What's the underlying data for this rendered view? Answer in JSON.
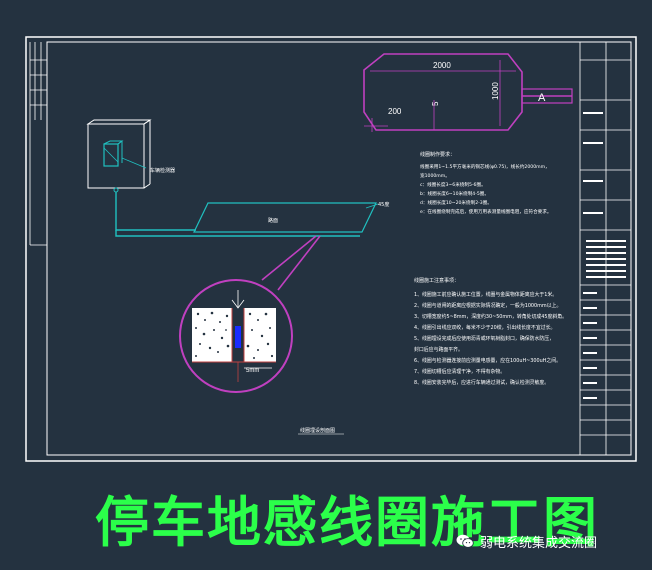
{
  "drawing": {
    "title": "停车地感线圈施工图",
    "loop_plan": {
      "dims": {
        "length": "2000",
        "width": "1000",
        "corner": "200",
        "gap": "5"
      },
      "section_marker": "A"
    },
    "road_label": "路面",
    "angle_label": "45度",
    "detail_dim": "5mm",
    "notes_heading": "线圈制作要求：",
    "notes_header_block": [
      "线圈采用1~1.5平方毫米的铜芯线(φ0.75)，线长约2000mm，",
      "宽1000mm。",
      "c：线圈长度3~6米绕制5-6圈。",
      "b：线圈长度6~10米绕制4-5圈。",
      "d：线圈长度10~20米绕制2-3圈。",
      "e：在线圈绕制完成后，使用万用表测量线圈电阻，应符合要求。"
    ],
    "install_heading": "线圈施工注意事项：",
    "install_notes": [
      "1、线圈施工前应确认施工位置，线圈与金属物体距离应大于1米。",
      "2、线圈与道闸的距离应根据实际情况确定，一般为1000mm以上。",
      "3、切槽宽度约5~8mm，深度约30~50mm，转角处切成45度斜角。",
      "4、线圈引出线应双绞，每米不少于20绞，引出线长度不宜过长。",
      "5、线圈埋设完成后应使用沥青或环氧树脂封口，确保防水防压，",
      "   封口后应与路面平齐。",
      "6、线圈与检测器连接前应测量电感量，应在100uH~300uH之间。",
      "7、线圈切槽后应清理干净，不得有杂物。",
      "8、线圈安装完毕后，应进行车辆通过测试，确认检测灵敏度。"
    ],
    "detail_caption": "线圈埋设剖面图",
    "box_label": "车辆检测器"
  },
  "footer": {
    "account": "弱电系统集成交流圈"
  },
  "colors": {
    "background": "#243240",
    "frame": "#ffffff",
    "loop": "#c040c0",
    "wire": "#20c0c0",
    "title": "#2bff4a"
  }
}
